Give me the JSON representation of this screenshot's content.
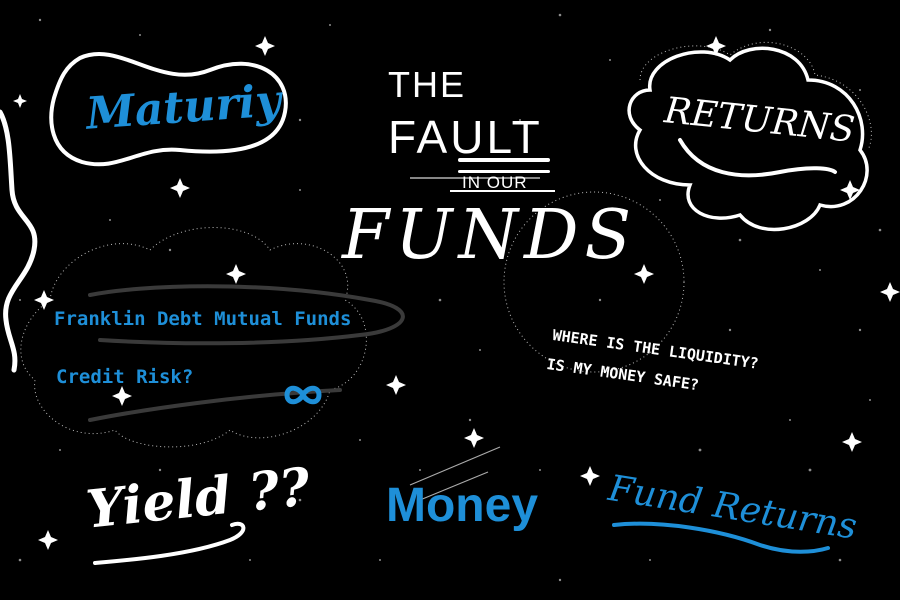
{
  "colors": {
    "background": "#000000",
    "white": "#ffffff",
    "blue": "#1e8fd8"
  },
  "title": {
    "line1": "THE",
    "line2": "FAULT",
    "line3": "IN OUR",
    "line4": "FUNDS"
  },
  "words": {
    "maturity": "Maturiy",
    "returns": "RETURNS",
    "franklin": "Franklin Debt Mutual Funds",
    "credit_risk": "Credit Risk?",
    "liquidity": "WHERE IS THE LIQUIDITY?",
    "money_safe": "IS MY MONEY SAFE?",
    "yield": "Yield ??",
    "money": "Money",
    "fund_returns": "Fund Returns"
  },
  "icons": {
    "sparkle": "four-point-star",
    "infinity": "infinity-symbol"
  }
}
